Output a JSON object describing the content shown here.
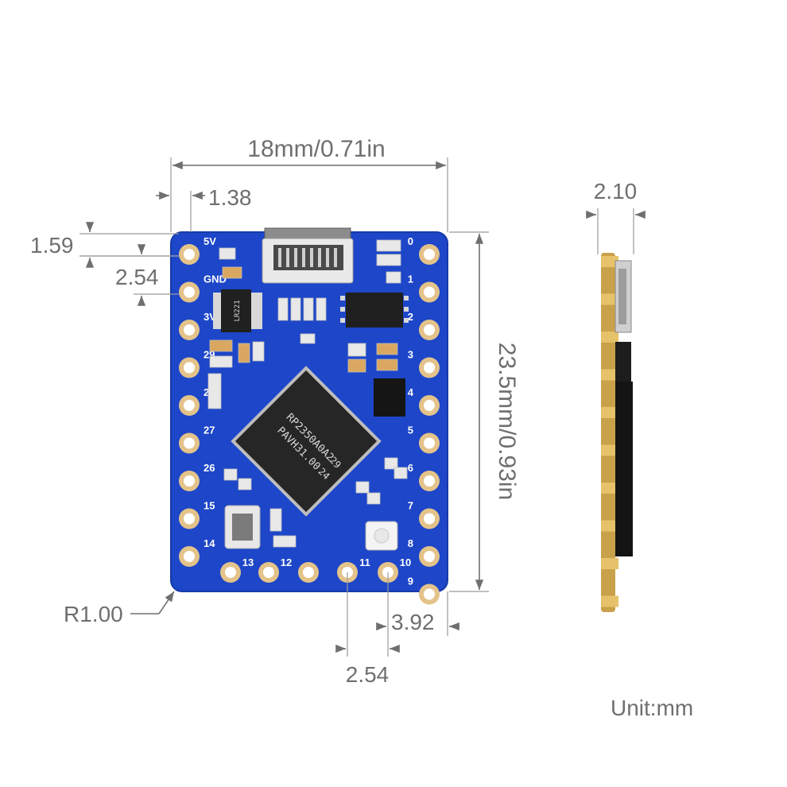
{
  "dimensions": {
    "width": "18mm/0.71in",
    "height": "23.5mm/0.93in",
    "edge_offset": "1.38",
    "top_pad_offset": "1.59",
    "pin_pitch_left": "2.54",
    "corner_radius": "R1.00",
    "bottom_right_offset": "3.92",
    "pin_pitch_bottom": "2.54",
    "thickness": "2.10"
  },
  "unit_label": "Unit:mm",
  "board": {
    "left_pins": [
      "5V",
      "GND",
      "3V3",
      "29",
      "28",
      "27",
      "26",
      "15",
      "14"
    ],
    "right_pins": [
      "0",
      "1",
      "2",
      "3",
      "4",
      "5",
      "6",
      "7",
      "8",
      "9"
    ],
    "bottom_pins": [
      "13",
      "12",
      "11",
      "10"
    ],
    "chip_line1": "RP2350A0A2",
    "chip_line2": "PAVH31.00",
    "chip_code1": "29",
    "chip_code2": "24",
    "colors": {
      "pcb": "#1d46c9",
      "pad": "#e3c38a",
      "chip": "#262626",
      "dimension": "#6f6f6f"
    }
  }
}
